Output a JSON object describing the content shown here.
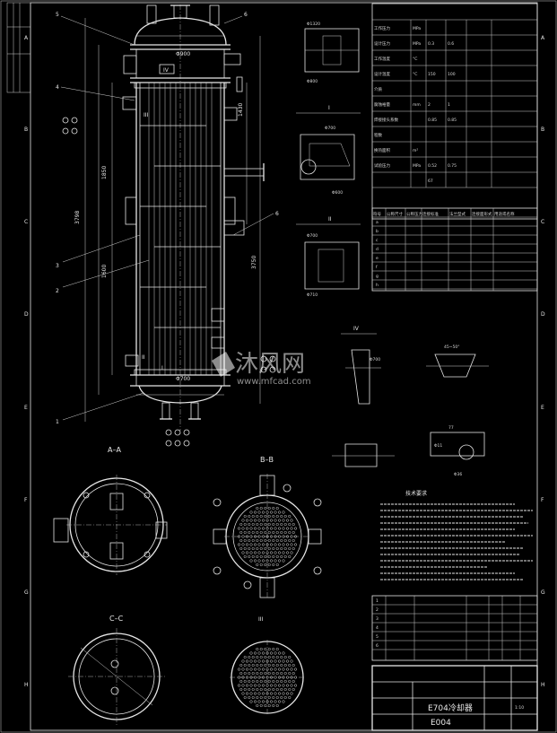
{
  "zone_letters": [
    "A",
    "B",
    "C",
    "D",
    "E",
    "F",
    "G",
    "H"
  ],
  "leaders": [
    "5",
    "3",
    "2",
    "1",
    "6",
    "4",
    "6"
  ],
  "main_dims": {
    "d900": "Φ900",
    "d700_head": "Φ700",
    "dims_vertical": [
      "3798",
      "1600",
      "3750",
      "1430",
      "1850"
    ]
  },
  "section_views": {
    "IV": "IV",
    "A": "A–A",
    "B": "B–B",
    "C": "C–C",
    "I": "I",
    "II": "II",
    "III": "III"
  },
  "section_labels_on_vessel": [
    "IV",
    "II",
    "I",
    "III"
  ],
  "nozzle_labels": [
    "a",
    "b",
    "c",
    "d",
    "e",
    "f"
  ],
  "detail_dims": [
    "Φ1320",
    "Φ800",
    "Φ700",
    "Φ710",
    "Φ600",
    "45~50°",
    "77",
    "Φ11",
    "Φ36"
  ],
  "design_table": {
    "rows": [
      [
        "工作压力",
        "MPa",
        "",
        "",
        "",
        ""
      ],
      [
        "设计压力",
        "MPa",
        "0.3",
        "0.6",
        "",
        ""
      ],
      [
        "工作温度",
        "°C",
        "",
        "",
        "",
        ""
      ],
      [
        "设计温度",
        "°C",
        "150",
        "100",
        "",
        ""
      ],
      [
        "介质",
        "",
        "",
        "",
        "",
        ""
      ],
      [
        "腐蚀裕量",
        "mm",
        "2",
        "1",
        "",
        ""
      ],
      [
        "焊接接头系数",
        "",
        "0.85",
        "0.85",
        "",
        ""
      ],
      [
        "程数",
        "",
        "",
        "",
        "",
        ""
      ],
      [
        "换热面积",
        "m²",
        "",
        "",
        "",
        ""
      ],
      [
        "试验压力",
        "MPa",
        "0.52",
        "0.75",
        "",
        ""
      ],
      [
        "",
        "",
        "67",
        "",
        "",
        ""
      ]
    ]
  },
  "nozzle_table": {
    "headers": [
      "符号",
      "公称尺寸",
      "公称压力",
      "连接标准",
      "法兰型式",
      "连接面形式",
      "用途或名称"
    ],
    "rows": [
      "a",
      "b",
      "c",
      "d",
      "e",
      "f",
      "g",
      "h"
    ]
  },
  "tech_req_title": "技术要求",
  "parts_rows": [
    "1",
    "2",
    "3",
    "4",
    "5",
    "6"
  ],
  "title_block": {
    "name": "E704冷却器",
    "code": "E004",
    "scale": "1:10"
  },
  "watermark": {
    "logo_text": "沐风网",
    "url": "www.mfcad.com"
  },
  "colors": {
    "background": "#000000",
    "lines": "#e6e6e6",
    "watermark": "#ffffff"
  }
}
